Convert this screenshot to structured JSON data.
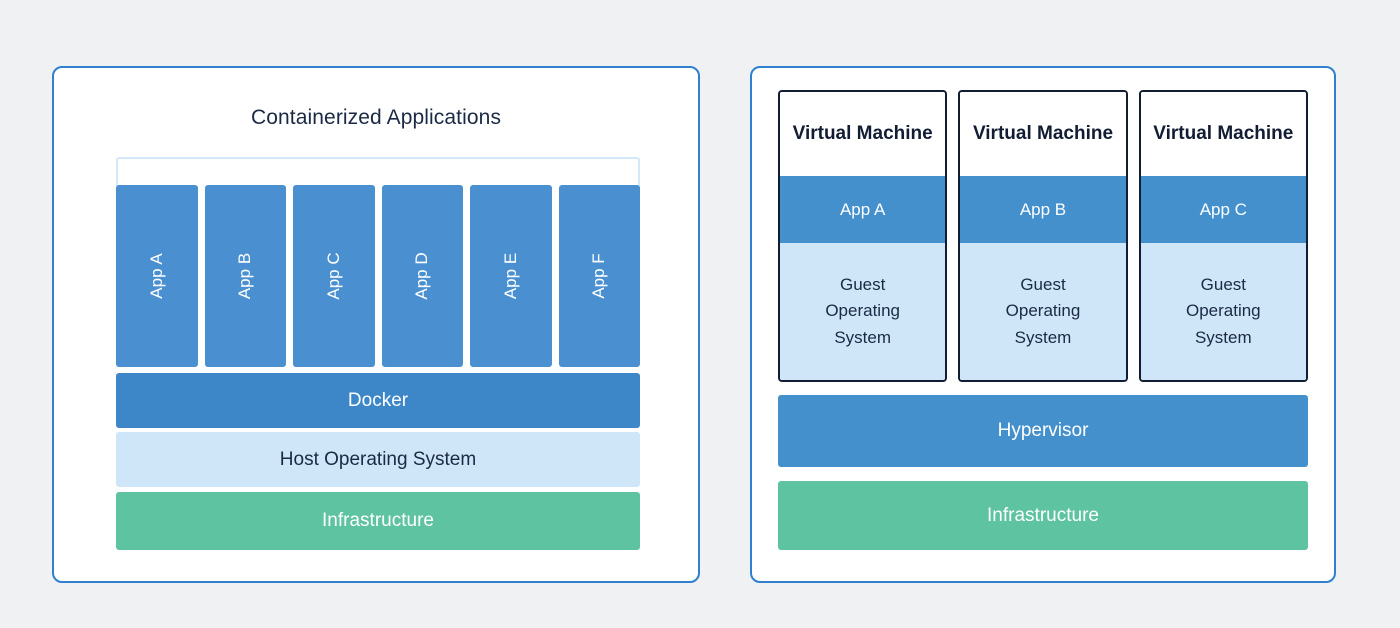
{
  "background_color": "#f0f1f3",
  "colors": {
    "panel_border": "#2f80ce",
    "app_blue": "#4a90d0",
    "docker_blue": "#3d87c8",
    "light_blue": "#cfe6f8",
    "green": "#5ec3a1",
    "vm_border": "#121c33",
    "bracket_blue": "#d4e8f8",
    "text_dark": "#1b2a44"
  },
  "left_panel": {
    "title": "Containerized Applications",
    "apps": [
      {
        "label": "App A"
      },
      {
        "label": "App B"
      },
      {
        "label": "App C"
      },
      {
        "label": "App D"
      },
      {
        "label": "App E"
      },
      {
        "label": "App F"
      }
    ],
    "layers": [
      {
        "label": "Docker"
      },
      {
        "label": "Host Operating System"
      },
      {
        "label": "Infrastructure"
      }
    ]
  },
  "right_panel": {
    "vms": [
      {
        "title": "Virtual Machine",
        "app": "App A",
        "guest_os": "Guest\nOperating\nSystem"
      },
      {
        "title": "Virtual Machine",
        "app": "App B",
        "guest_os": "Guest\nOperating\nSystem"
      },
      {
        "title": "Virtual Machine",
        "app": "App C",
        "guest_os": "Guest\nOperating\nSystem"
      }
    ],
    "layers": [
      {
        "label": "Hypervisor"
      },
      {
        "label": "Infrastructure"
      }
    ]
  }
}
